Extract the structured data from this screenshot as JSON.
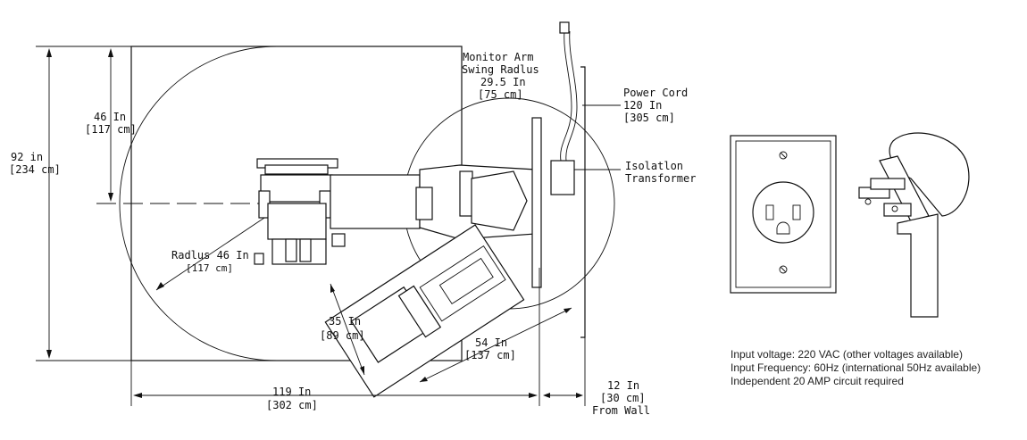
{
  "dimensions": {
    "height_total": [
      "92 in",
      "[234 cm]"
    ],
    "height_center": [
      "46 In",
      "[117 cm]"
    ],
    "radius": [
      "Radlus 46 In",
      "[117 cm]"
    ],
    "arm_swing": [
      "Monitor Arm",
      "Swing Radlus",
      "29.5 In",
      "[75 cm]"
    ],
    "power_cord": [
      "Power Cord",
      "120 In",
      "[305 cm]"
    ],
    "isolation": [
      "Isolatlon",
      "Transformer"
    ],
    "table_width": [
      "35 In",
      "[89 cm]"
    ],
    "table_length": [
      "54 In",
      "[137 cm]"
    ],
    "width_total": [
      "119 In",
      "[302 cm]"
    ],
    "wall": [
      "12 In",
      "[30 cm]",
      "From Wall"
    ]
  },
  "specs": [
    "Input voltage: 220 VAC (other voltages available)",
    "Input Frequency: 60Hz (international 50Hz available)",
    "Independent 20 AMP circuit required"
  ]
}
